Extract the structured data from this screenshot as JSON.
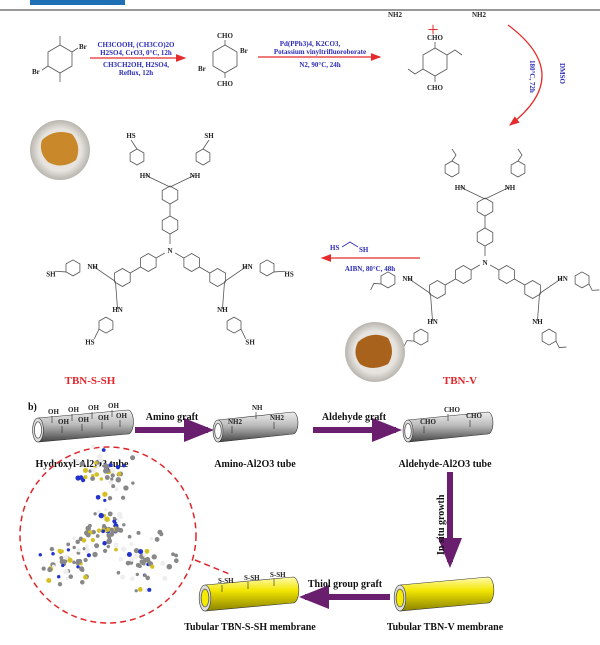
{
  "colors": {
    "reaction_arrow": "#e52b2b",
    "condition_text": "#2b2bb8",
    "process_arrow": "#6a1f6e",
    "membrane": "#f2e600",
    "tube": "#9a9a9a",
    "header_tab": "#1f6fb5"
  },
  "panel_a": {
    "start_substituents": [
      "Br",
      "Br"
    ],
    "step1": {
      "above": [
        "CH3COOH, (CH3CO)2O",
        "H2SO4, CrO3, 0°C, 12h"
      ],
      "below": [
        "CH3CH2OH, H2SO4,",
        "Reflux, 12h"
      ]
    },
    "intermediate_substituents": [
      "CHO",
      "Br",
      "Br",
      "CHO"
    ],
    "step2": {
      "above": [
        "Pd(PPh3)4, K2CO3,",
        "Potassium vinyltrifluoroborate"
      ],
      "below": [
        "N2, 90°C, 24h"
      ]
    },
    "product_substituents": [
      "CHO",
      "CHO"
    ],
    "amine_labels": [
      "NH2",
      "NH2"
    ],
    "plus": "+",
    "step3": {
      "conditions": "180°C, 72h",
      "solvent": "DMSO"
    },
    "step4": {
      "reagent": [
        "HS",
        "SH"
      ],
      "conditions": "AIBN, 80°C, 48h"
    },
    "products": {
      "thiol": "TBN-S-SH",
      "vinyl": "TBN-V"
    },
    "structure_groups": [
      "SH",
      "HS",
      "NH",
      "HN",
      "N",
      "H"
    ]
  },
  "panel_b": {
    "label": "b)",
    "tubes": [
      {
        "name": "Hydroxyl-Al2O3 tube",
        "groups": [
          "OH",
          "OH",
          "OH",
          "OH",
          "OH",
          "OH",
          "OH",
          "OH"
        ]
      },
      {
        "name": "Amino-Al2O3 tube",
        "groups": [
          "NH",
          "NH2",
          "NH2"
        ]
      },
      {
        "name": "Aldehyde-Al2O3 tube",
        "groups": [
          "CHO",
          "CHO",
          "CHO"
        ]
      },
      {
        "name": "Tubular TBN-V membrane"
      },
      {
        "name": "Tubular TBN-S-SH membrane",
        "groups": [
          "S-SH",
          "S-SH",
          "S-SH"
        ]
      }
    ],
    "arrows": [
      "Amino graft",
      "Aldehyde  graft",
      "In situ growth",
      "Thiol group graft"
    ]
  }
}
